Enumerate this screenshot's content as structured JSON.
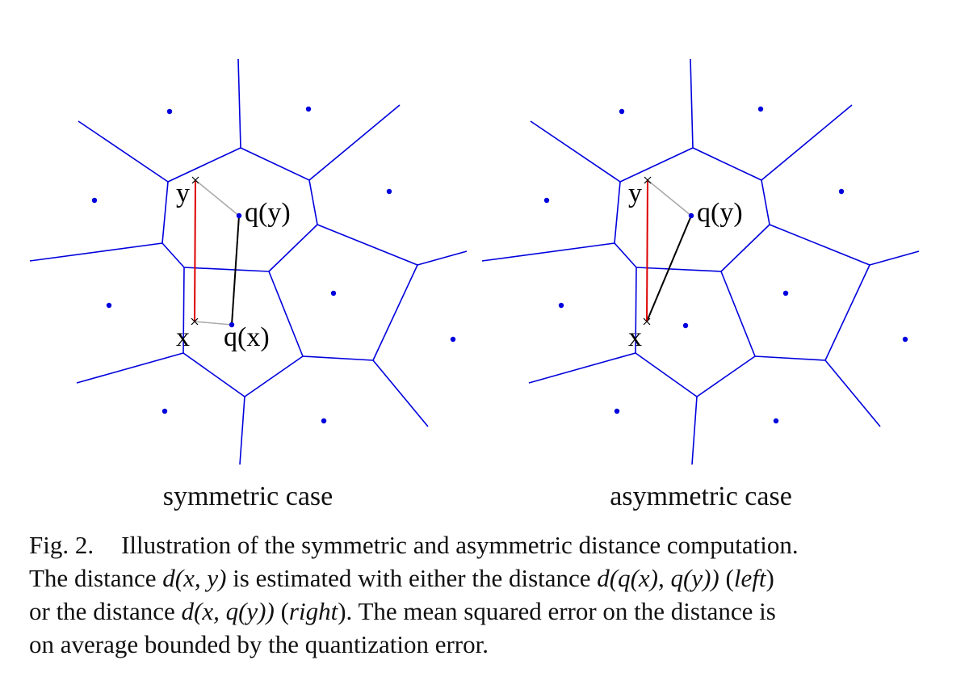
{
  "colors": {
    "cell_edges": "#0000dd",
    "centroids": "#0000dd",
    "true_distance": "#dd0000",
    "estimated_distance": "#000000",
    "quantization_link": "#aaaaaa"
  },
  "panels": [
    {
      "id": "symmetric",
      "caption": "symmetric case",
      "labels": {
        "y": "y",
        "qy": "q(y)",
        "x": "x",
        "qx": "q(x)"
      }
    },
    {
      "id": "asymmetric",
      "caption": "asymmetric case",
      "labels": {
        "y": "y",
        "qy": "q(y)",
        "x": "x"
      }
    }
  ],
  "caption": {
    "label": "Fig. 2.",
    "t1": "Illustration of the symmetric and asymmetric distance computation.",
    "t2": "The distance",
    "m1": "d(x, y)",
    "t3": "is estimated with either the distance",
    "m2": "d(q(x), q(y))",
    "p1": "(",
    "left": "left",
    "p2": ")",
    "t4": "or the distance",
    "m3": "d(x, q(y))",
    "p3": "(",
    "right": "right",
    "t5": "). The mean squared error on the distance is",
    "t6": "on average bounded by the quantization error."
  }
}
